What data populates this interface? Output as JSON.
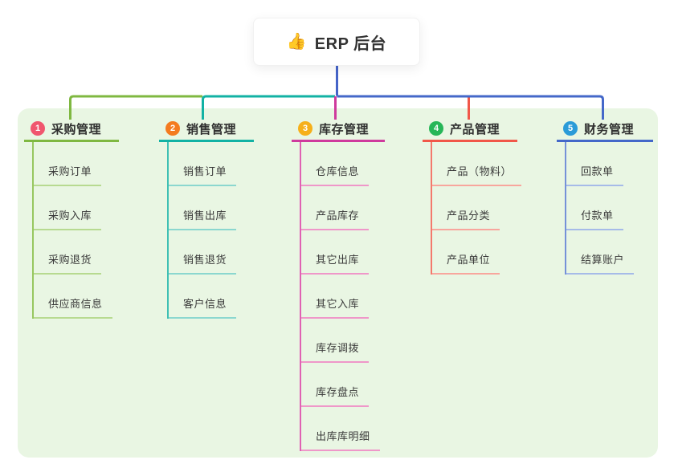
{
  "canvas": {
    "background": "#ffffff",
    "panel_background": "#e9f6e3",
    "root_connector_color": "#4564c8"
  },
  "root": {
    "emoji": "👍",
    "label": "ERP 后台"
  },
  "branches": [
    {
      "index": "1",
      "label": "采购管理",
      "badge_color": "#f0566e",
      "line_color": "#7fb841",
      "spine_color": "#97c75f",
      "item_line_color": "#b7da90",
      "items": [
        "采购订单",
        "采购入库",
        "采购退货",
        "供应商信息"
      ]
    },
    {
      "index": "2",
      "label": "销售管理",
      "badge_color": "#f47b20",
      "line_color": "#12b2a4",
      "spine_color": "#3fc0b4",
      "item_line_color": "#8bd7cf",
      "items": [
        "销售订单",
        "销售出库",
        "销售退货",
        "客户信息"
      ]
    },
    {
      "index": "3",
      "label": "库存管理",
      "badge_color": "#f6b01a",
      "line_color": "#cf3a9d",
      "spine_color": "#e061b3",
      "item_line_color": "#ef97c9",
      "items": [
        "仓库信息",
        "产品库存",
        "其它出库",
        "其它入库",
        "库存调拨",
        "库存盘点",
        "出库库明细"
      ]
    },
    {
      "index": "4",
      "label": "产品管理",
      "badge_color": "#27b658",
      "line_color": "#f15749",
      "spine_color": "#f4796c",
      "item_line_color": "#f8a69d",
      "items": [
        "产品（物料）",
        "产品分类",
        "产品单位"
      ]
    },
    {
      "index": "5",
      "label": "财务管理",
      "badge_color": "#2a9bd8",
      "line_color": "#4468c9",
      "spine_color": "#7591d8",
      "item_line_color": "#a6bbe8",
      "items": [
        "回款单",
        "付款单",
        "结算账户"
      ]
    }
  ]
}
